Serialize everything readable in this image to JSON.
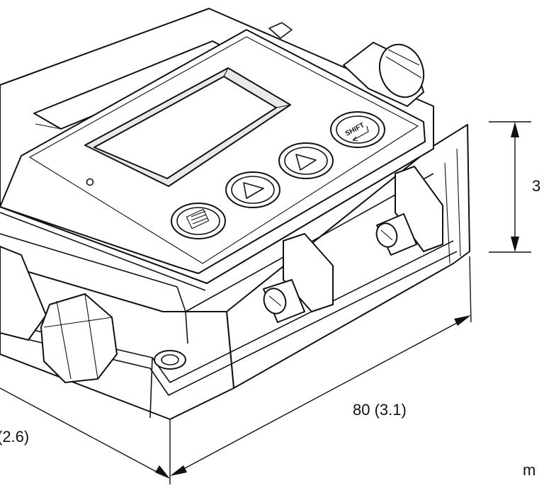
{
  "dimensions": {
    "width_label": "80 (3.1)",
    "depth_label": "(2.6)",
    "height_label": "3",
    "unit_label": "m"
  },
  "device": {
    "left_button_icon": "menu-icon",
    "middle_button_1_icon": "triangle-right-icon",
    "middle_button_2_icon": "triangle-down-icon",
    "right_button_icon": "shift-enter-icon",
    "right_button_text": "SHIFT"
  }
}
